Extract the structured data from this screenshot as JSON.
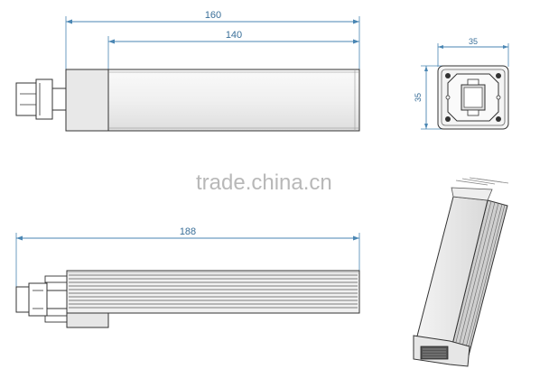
{
  "dimensions": {
    "top_overall_length": "160",
    "top_body_length": "140",
    "side_width": "35",
    "side_height": "35",
    "bottom_overall_length": "188"
  },
  "watermark": "trade.china.cn",
  "colors": {
    "dimension": "#4a86b3",
    "outline": "#333333",
    "body_fill": "#f2f2f2",
    "cap_fill": "#e6e6e6",
    "watermark": "#b8b8b8"
  }
}
